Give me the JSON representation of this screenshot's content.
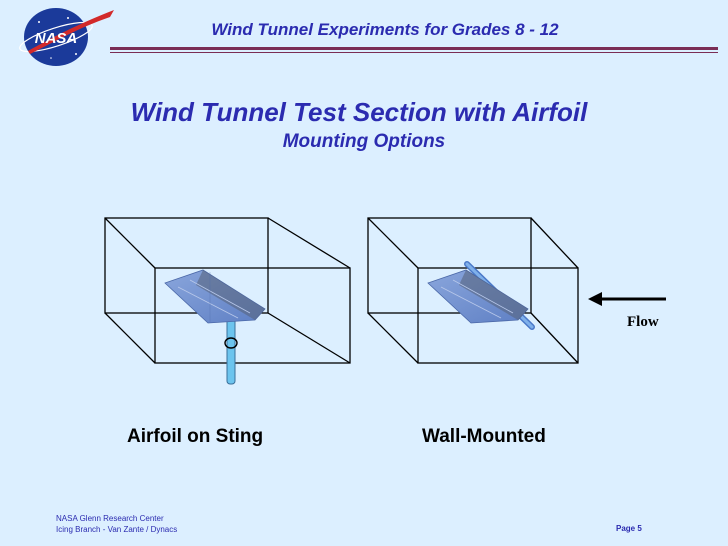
{
  "header": {
    "logo_text": "NASA",
    "title": "Wind Tunnel Experiments for Grades 8 - 12"
  },
  "slide": {
    "title": "Wind Tunnel Test Section with Airfoil",
    "subtitle": "Mounting Options"
  },
  "diagram": {
    "left_caption": "Airfoil on Sting",
    "right_caption": "Wall-Mounted",
    "flow_label": "Flow"
  },
  "footer": {
    "org_line1": "NASA Glenn Research Center",
    "org_line2": "Icing Branch - Van Zante / Dynacs",
    "page": "Page 5"
  },
  "colors": {
    "background": "#dcefff",
    "title": "#2b2bb0",
    "rule": "#7a2d55",
    "airfoil": "#6f8fcf",
    "sting": "#6cc4ee"
  }
}
